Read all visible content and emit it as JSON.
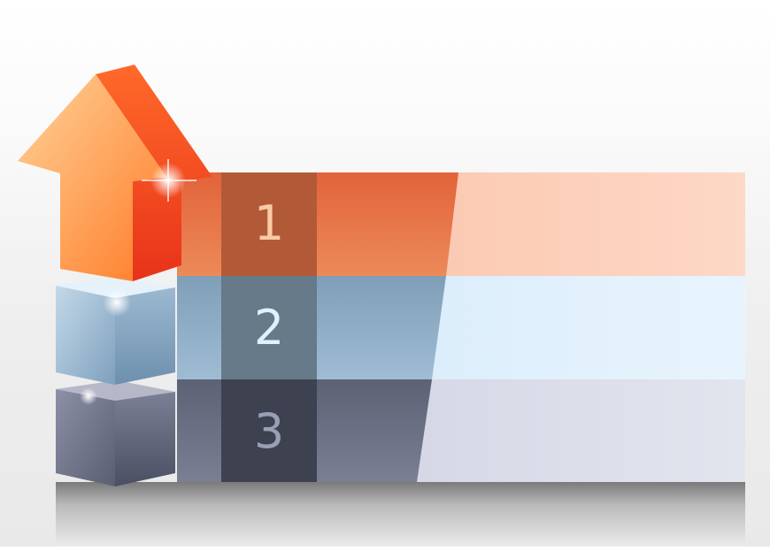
{
  "steps": [
    {
      "number": "1",
      "color": "#e86a38",
      "panel_color": "#fdd4c0",
      "number_color": "#fbc9a6"
    },
    {
      "number": "2",
      "color": "#8fb0c8",
      "panel_color": "#e3f1fc",
      "number_color": "#dff1fb"
    },
    {
      "number": "3",
      "color": "#6f7388",
      "panel_color": "#dcdeea",
      "number_color": "#9a9fb3"
    }
  ],
  "icons": [
    "arrow-up-icon",
    "cube-icon",
    "cube-icon"
  ]
}
